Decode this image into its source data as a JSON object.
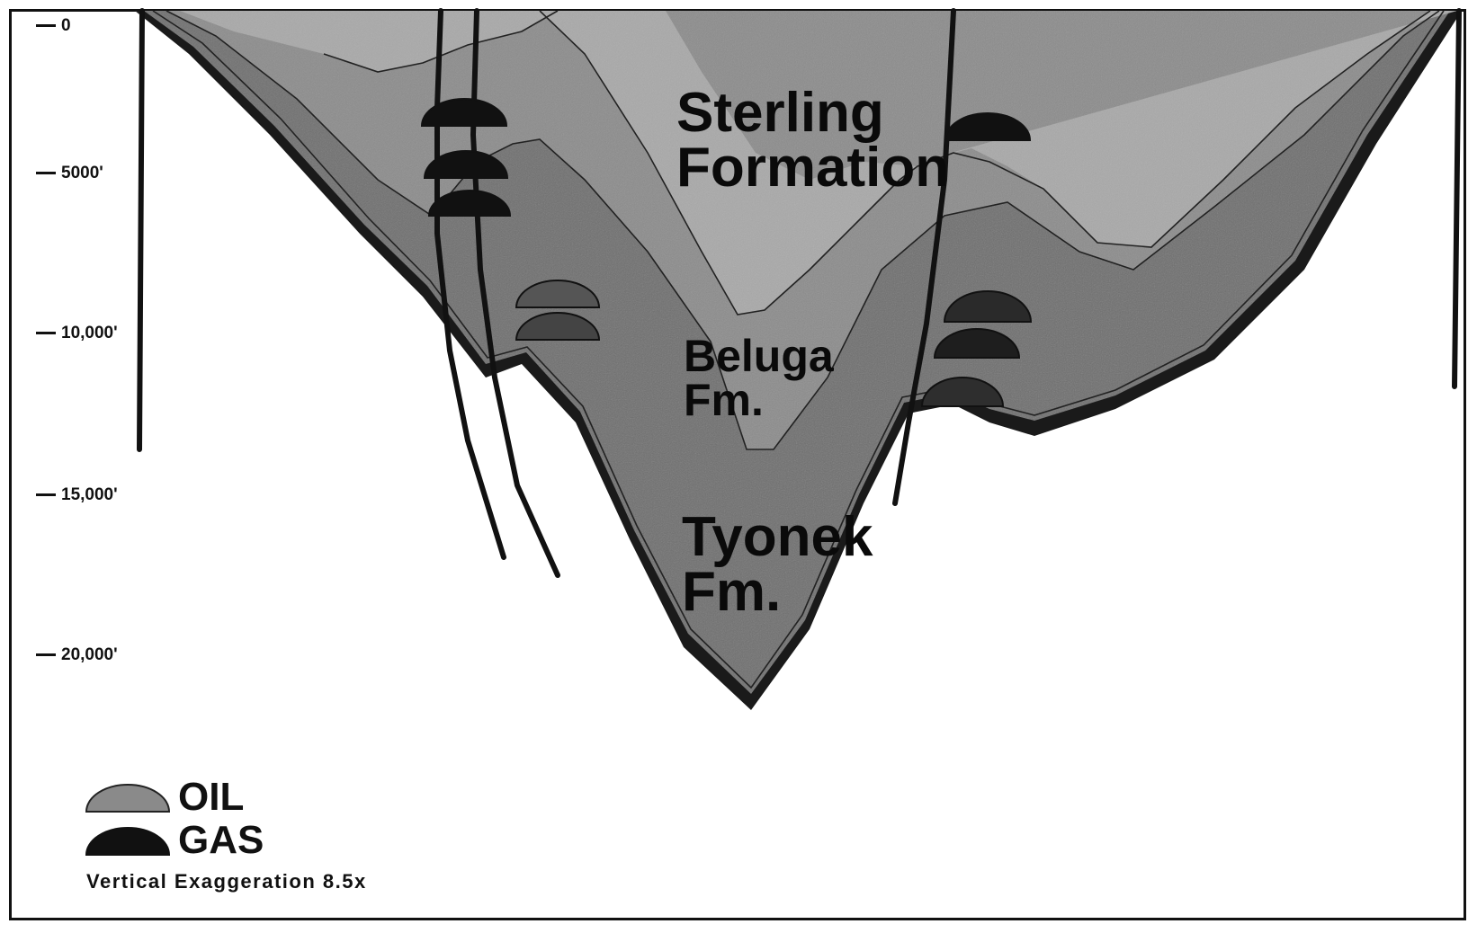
{
  "depth_scale": {
    "ticks": [
      {
        "label": "0",
        "depth_ft": 0
      },
      {
        "label": "5000'",
        "depth_ft": 5000
      },
      {
        "label": "10,000'",
        "depth_ft": 10000
      },
      {
        "label": "15,000'",
        "depth_ft": 15000
      },
      {
        "label": "20,000'",
        "depth_ft": 20000
      }
    ]
  },
  "formations": {
    "sterling": {
      "line1": "Sterling",
      "line2": "Formation"
    },
    "beluga": {
      "line1": "Beluga",
      "line2": "Fm."
    },
    "tyonek": {
      "line1": "Tyonek",
      "line2": "Fm."
    }
  },
  "legend": {
    "oil": {
      "label": "OIL",
      "color": "#8a8a8a"
    },
    "gas": {
      "label": "GAS",
      "color": "#111111"
    }
  },
  "note": "Vertical Exaggeration 8.5x",
  "colors": {
    "sterling_fill": "#a9a9a9",
    "beluga_fill": "#8c8c8c",
    "tyonek_fill": "#6f6f6f",
    "basement_band": "#1a1a1a",
    "frame": "#111111",
    "well": "#111111"
  }
}
